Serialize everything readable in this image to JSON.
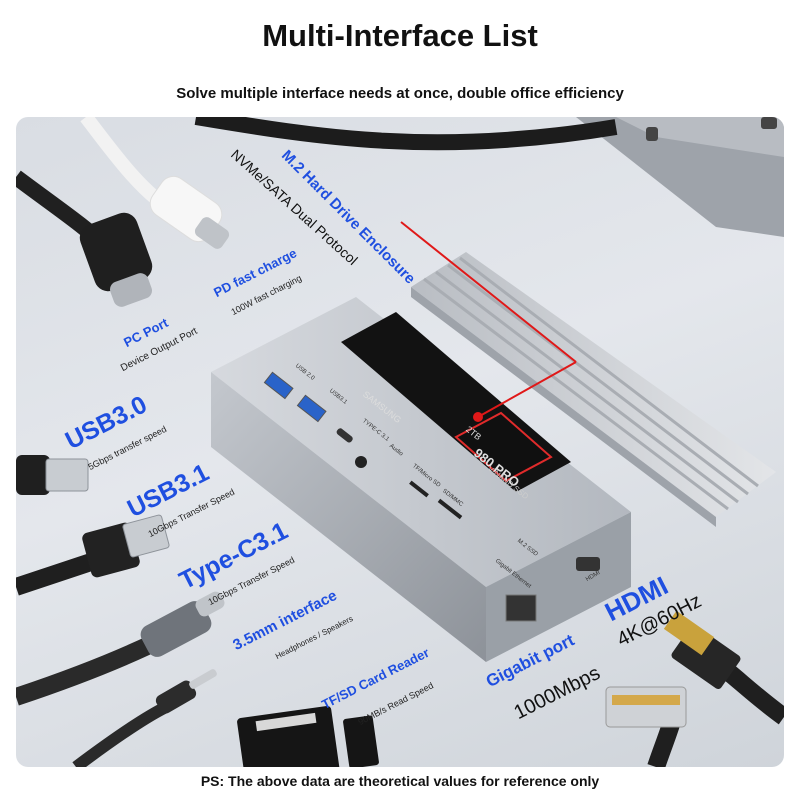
{
  "header": {
    "title": "Multi-Interface List",
    "subtitle": "Solve multiple interface needs at once, double office efficiency"
  },
  "footer": {
    "note": "PS: The above data are theoretical values for reference only"
  },
  "labels": {
    "m2": {
      "title": "M.2 Hard Drive Enclosure",
      "desc": "NVMe/SATA Dual Protocol"
    },
    "pd": {
      "title": "PD fast charge",
      "desc": "100W fast charging"
    },
    "pc": {
      "title": "PC Port",
      "desc": "Device Output Port"
    },
    "usb30": {
      "title": "USB3.0",
      "desc": "5Gbps transfer speed"
    },
    "usb31": {
      "title": "USB3.1",
      "desc": "10Gbps Transfer Speed"
    },
    "typec": {
      "title": "Type-C3.1",
      "desc": "10Gbps Transfer Speed"
    },
    "audio": {
      "title": "3.5mm interface",
      "desc": "Headphones / Speakers"
    },
    "card": {
      "title": "TF/SD Card Reader",
      "desc": "90MB/s Read Speed"
    },
    "gigabit": {
      "title": "Gigabit port",
      "desc": "1000Mbps"
    },
    "hdmi": {
      "title": "HDMI",
      "desc": "4K@60Hz"
    }
  },
  "hub_port_labels": {
    "usb2": "USB 2.0",
    "usb31": "USB3.1",
    "typec": "TYPE-C 3.1",
    "audio": "Audio",
    "tf": "TF/Micro SD",
    "sd": "SD/MMC",
    "m2ssd": "M.2 SSD",
    "gigabit": "Gigabit Ethernet",
    "hdmi": "HDMI"
  },
  "ssd": {
    "brand": "SAMSUNG",
    "model": "980 PRO",
    "capacity": "2TB",
    "type": "V-NAND SSD"
  },
  "colors": {
    "accent_blue": "#1f4fe0",
    "pointer_red": "#e01818",
    "panel_bg": "#dfe2e7"
  }
}
